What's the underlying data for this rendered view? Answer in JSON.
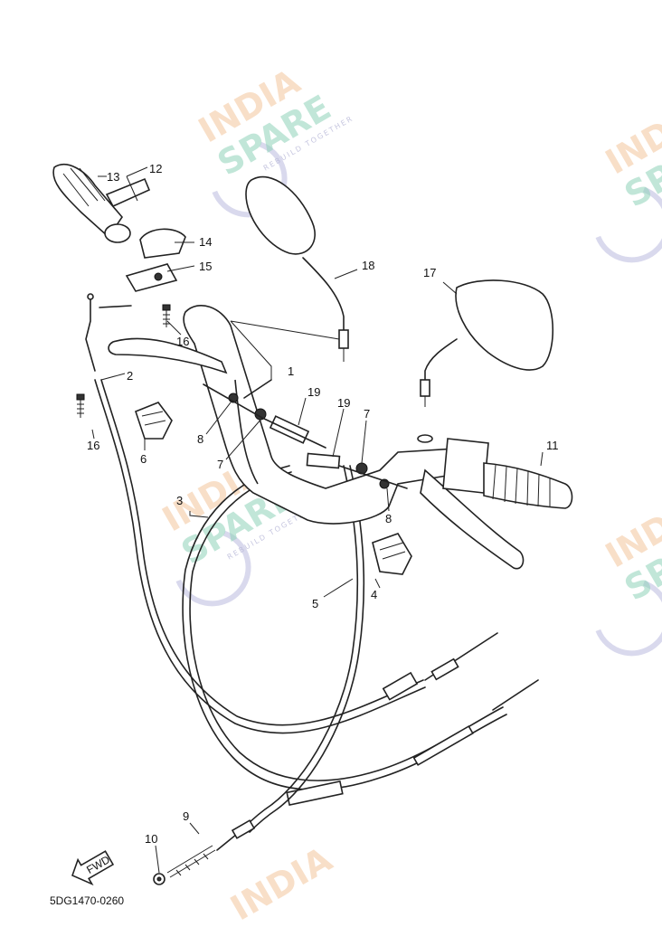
{
  "watermark": {
    "line1": "INDIA",
    "line2": "SPARE",
    "tagline": "REBUILD TOGETHER"
  },
  "diagram_code": "5DG1470-0260",
  "fwd_label": "FWD",
  "callouts": [
    "1",
    "2",
    "3",
    "4",
    "5",
    "6",
    "7",
    "7",
    "8",
    "8",
    "9",
    "10",
    "11",
    "12",
    "13",
    "14",
    "15",
    "16",
    "16",
    "17",
    "18",
    "19",
    "19"
  ],
  "icons": {
    "watermark": "india-spare-logo-icon",
    "direction": "fwd-arrow-icon"
  }
}
